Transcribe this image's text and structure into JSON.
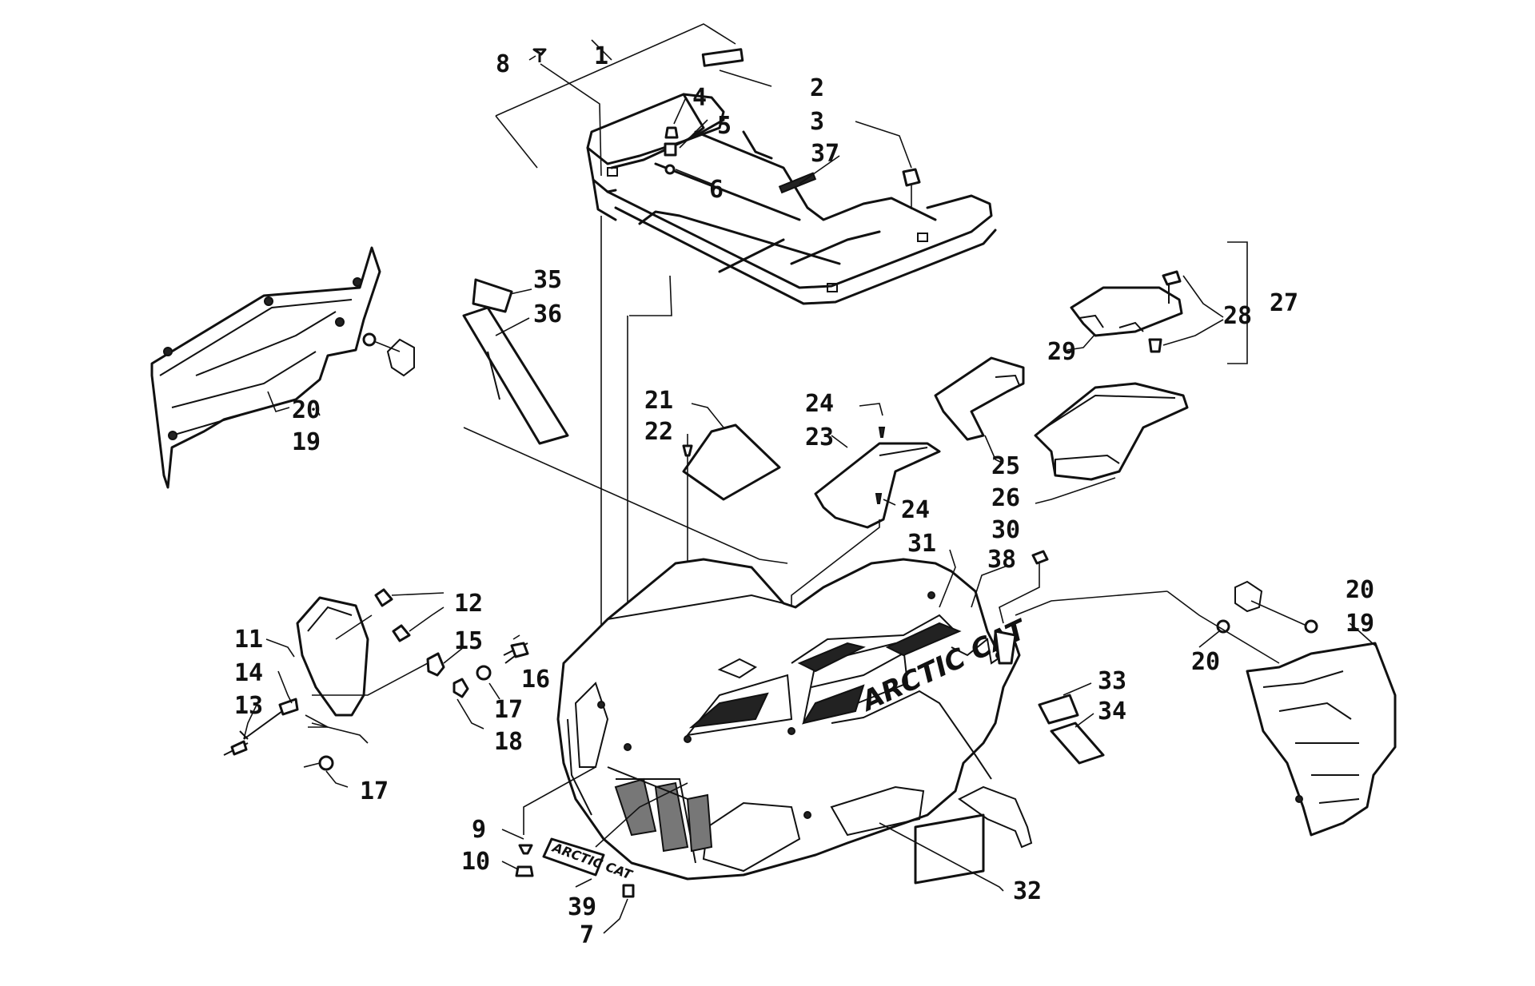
{
  "diagram": {
    "callouts": [
      "1",
      "2",
      "3",
      "4",
      "5",
      "6",
      "37",
      "8",
      "35",
      "36",
      "19",
      "20",
      "21",
      "22",
      "23",
      "24",
      "24",
      "25",
      "26",
      "27",
      "28",
      "29",
      "30",
      "31",
      "38",
      "11",
      "12",
      "15",
      "16",
      "14",
      "13",
      "17",
      "18",
      "17",
      "9",
      "10",
      "39",
      "7",
      "33",
      "34",
      "20",
      "20",
      "19",
      "32"
    ],
    "decal_texts": {
      "hood_logo": "ARCTIC CAT",
      "front_logo": "ARCTIC CAT"
    }
  }
}
